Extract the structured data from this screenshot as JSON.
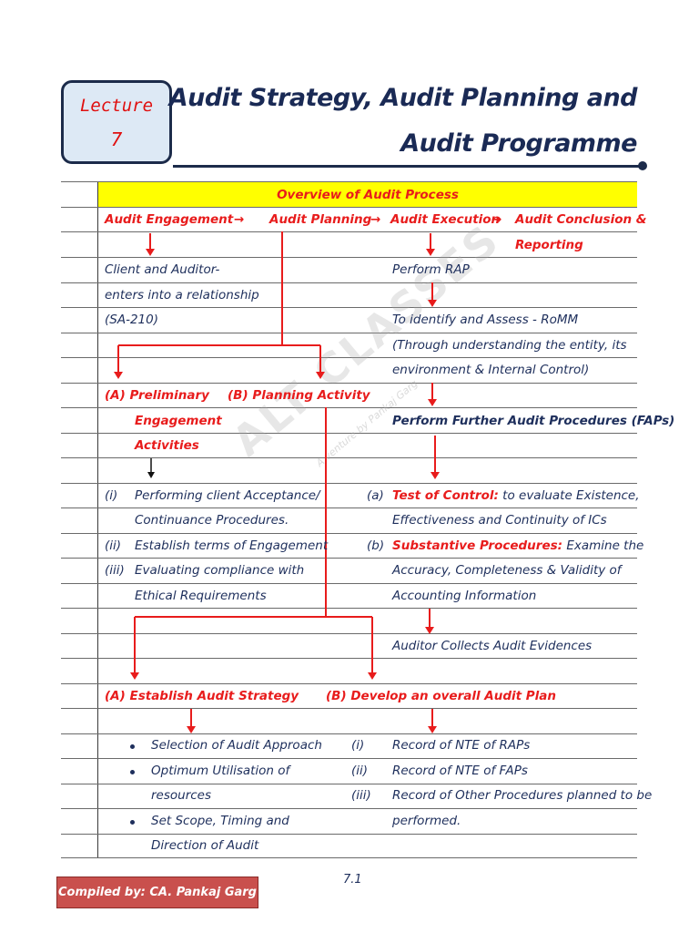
{
  "header": {
    "lecture_label": "Lecture",
    "lecture_number": "7",
    "title_line1": "Audit Strategy, Audit Planning and",
    "title_line2": "Audit Programme"
  },
  "table": {
    "heading": "Overview of Audit Process",
    "flow": {
      "engagement": "Audit Engagement",
      "arrow1": "→",
      "planning": "Audit Planning",
      "arrow2": "→",
      "execution": "Audit Execution",
      "arrow3": "→",
      "conclusion_l1": "Audit Conclusion &",
      "conclusion_l2": "Reporting"
    },
    "left": {
      "client_l1": "Client and Auditor-",
      "client_l2": "enters into a relationship",
      "client_l3": "(SA-210)",
      "prelim_label": "(A)  Preliminary",
      "prelim_l2": "Engagement",
      "prelim_l3": "Activities",
      "planning_activity": "(B) Planning Activity",
      "items": [
        {
          "num": "(i)",
          "l1": "Performing client Acceptance/",
          "l2": "Continuance Procedures."
        },
        {
          "num": "(ii)",
          "l1": "Establish terms of Engagement"
        },
        {
          "num": "(iii)",
          "l1": "Evaluating compliance with",
          "l2": "Ethical Requirements"
        }
      ]
    },
    "right": {
      "perform_rap": "Perform RAP",
      "romm_l1": "To identify and Assess - RoMM",
      "romm_l2": "(Through understanding the entity, its",
      "romm_l3": "environment & Internal Control)",
      "faps": "Perform Further Audit Procedures (FAPs)",
      "a_num": "(a)",
      "a_label": "Test of Control:",
      "a_rest": " to evaluate Existence,",
      "a_l2": "Effectiveness and Continuity of ICs",
      "b_num": "(b)",
      "b_label": "Substantive Procedures:",
      "b_rest": " Examine the",
      "b_l2": "Accuracy, Completeness & Validity of",
      "b_l3": "Accounting Information",
      "evidence": "Auditor Collects Audit Evidences"
    },
    "strategy": {
      "heading": "(A) Establish Audit Strategy",
      "bullets": [
        "Selection of Audit Approach",
        "Optimum Utilisation of",
        "resources",
        "Set Scope, Timing and",
        "Direction of Audit"
      ]
    },
    "plan": {
      "heading": "(B) Develop an overall Audit Plan",
      "items": [
        {
          "num": "(i)",
          "text": "Record of NTE of RAPs"
        },
        {
          "num": "(ii)",
          "text": "Record of NTE of FAPs"
        },
        {
          "num": "(iii)",
          "text": "Record of Other Procedures planned to be",
          "l2": "performed."
        }
      ]
    }
  },
  "watermark": {
    "brand": "ALT CLASSES",
    "tagline": "A venture by Pankaj Garg"
  },
  "footer": {
    "compiled_by": "Compiled by: CA. Pankaj Garg",
    "page_number": "7.1"
  },
  "colors": {
    "red": "#e81c1c",
    "navy": "#1e2f5c",
    "yellow": "#ffff00",
    "footer_bg": "#c9504d"
  }
}
